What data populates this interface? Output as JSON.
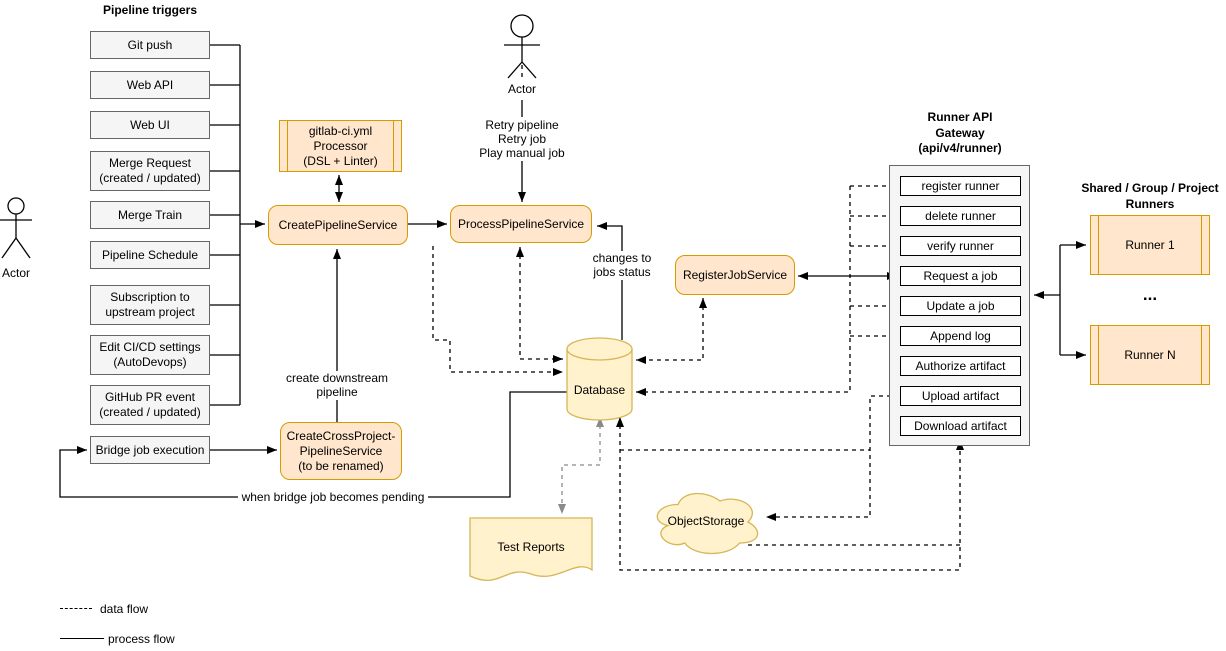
{
  "colors": {
    "orange_fill": "#FFE6CC",
    "orange_stroke": "#D79B00",
    "yellow_fill": "#FFF2CC",
    "yellow_stroke": "#D6B656",
    "gray_fill": "#F5F5F5",
    "gray_stroke": "#666666",
    "line": "#000000",
    "gray_line": "#8a8a8a"
  },
  "pipeline_triggers": {
    "title": "Pipeline triggers",
    "items": [
      "Git push",
      "Web API",
      "Web UI",
      "Merge Request\n(created / updated)",
      "Merge Train",
      "Pipeline Schedule",
      "Subscription to\nupstream project",
      "Edit CI/CD settings\n(AutoDevops)",
      "GitHub PR event\n(created / updated)"
    ]
  },
  "bridge_box": {
    "label": "Bridge job execution"
  },
  "actors": {
    "left": "Actor",
    "top": "Actor",
    "top_actions": "Retry pipeline\nRetry job\nPlay manual job"
  },
  "services": {
    "processor": "gitlab-ci.yml\nProcessor\n(DSL + Linter)",
    "create_pipeline": "CreatePipelineService",
    "process_pipeline": "ProcessPipelineService",
    "create_cross_project": "CreateCrossProject-\nPipelineService\n(to be renamed)",
    "register_job": "RegisterJobService"
  },
  "storage": {
    "database": "Database",
    "test_reports": "Test Reports",
    "object_storage": "ObjectStorage"
  },
  "gateway": {
    "title": "Runner API\nGateway\n(api/v4/runner)",
    "endpoints": [
      "register runner",
      "delete runner",
      "verify runner",
      "Request a job",
      "Update a job",
      "Append log",
      "Authorize artifact",
      "Upload artifact",
      "Download artifact"
    ]
  },
  "runners": {
    "title": "Shared / Group / Project\nRunners",
    "items": [
      "Runner 1",
      "Runner N"
    ],
    "ellipsis": "..."
  },
  "edge_labels": {
    "changes": "changes to\njobs status",
    "create_downstream": "create downstream\npipeline",
    "bridge_pending": "when bridge job becomes pending"
  },
  "legend": {
    "items": [
      {
        "style": "dashed",
        "label": "data flow"
      },
      {
        "style": "solid",
        "label": "process flow"
      }
    ]
  }
}
